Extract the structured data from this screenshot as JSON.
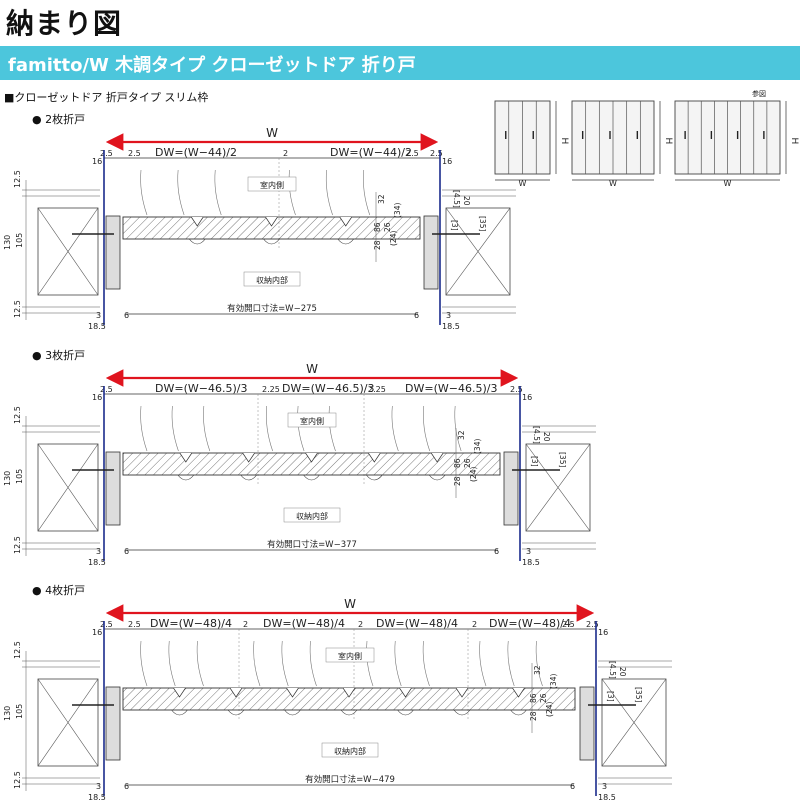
{
  "title": "納まり図",
  "banner": "famitto/W 木調タイプ クローゼットドア 折り戸",
  "subtitle": "■クローゼットドア 折戸タイプ スリム枠",
  "reference": {
    "label": "参図",
    "w": "W",
    "h": "H"
  },
  "sections": [
    {
      "label": "● 2枚折戸",
      "w_label": "W",
      "dw_labels": [
        "DW=(W−44)/2",
        "DW=(W−44)/2"
      ],
      "gap_labels": [
        "2"
      ],
      "edge_label": "2.5",
      "inner_edge_label": "2.5",
      "left_16": "16",
      "room_label": "室内側",
      "storage_label": "収納内部",
      "opening_label": "有効開口寸法=W−275",
      "dims_left": [
        "12.5",
        "130",
        "105",
        "12.5"
      ],
      "dims_bottom": [
        "3",
        "6",
        "18.5"
      ],
      "dims_right": [
        "4.5",
        "20",
        "3",
        "35",
        "32",
        "86",
        "26",
        "34",
        "24",
        "28"
      ]
    },
    {
      "label": "● 3枚折戸",
      "w_label": "W",
      "dw_labels": [
        "DW=(W−46.5)/3",
        "DW=(W−46.5)/3",
        "DW=(W−46.5)/3"
      ],
      "gap_labels": [
        "2.25",
        "2.25"
      ],
      "edge_label": "2.5",
      "inner_edge_label": "",
      "left_16": "16",
      "room_label": "室内側",
      "storage_label": "収納内部",
      "opening_label": "有効開口寸法=W−377",
      "dims_left": [
        "12.5",
        "130",
        "105",
        "12.5"
      ],
      "dims_bottom": [
        "3",
        "6",
        "18.5"
      ],
      "dims_right": [
        "4.5",
        "20",
        "3",
        "35",
        "32",
        "86",
        "26",
        "34",
        "24",
        "28"
      ]
    },
    {
      "label": "● 4枚折戸",
      "w_label": "W",
      "dw_labels": [
        "DW=(W−48)/4",
        "DW=(W−48)/4",
        "DW=(W−48)/4",
        "DW=(W−48)/4"
      ],
      "gap_labels": [
        "2",
        "2",
        "2"
      ],
      "edge_label": "2.5",
      "inner_edge_label": "2.5",
      "left_16": "16",
      "room_label": "室内側",
      "storage_label": "収納内部",
      "opening_label": "有効開口寸法=W−479",
      "dims_left": [
        "12.5",
        "130",
        "105",
        "12.5"
      ],
      "dims_bottom": [
        "3",
        "6",
        "18.5"
      ],
      "dims_right": [
        "4.5",
        "20",
        "3",
        "35",
        "32",
        "86",
        "26",
        "34",
        "24",
        "28"
      ]
    }
  ],
  "colors": {
    "banner": "#4cc6dc",
    "arrow": "#e0141e",
    "frame": "#1a2b8c",
    "line": "#333333"
  }
}
